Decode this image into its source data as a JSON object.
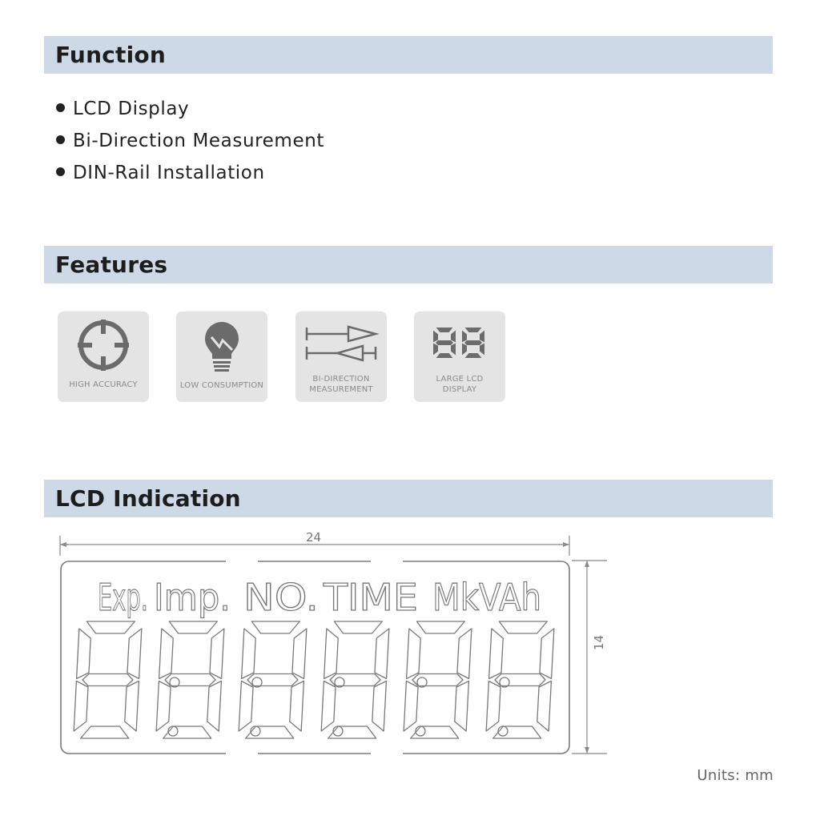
{
  "sections": {
    "function": {
      "title": "Function"
    },
    "features": {
      "title": "Features"
    },
    "lcd": {
      "title": "LCD Indication"
    }
  },
  "function_items": [
    "LCD Display",
    "Bi-Direction Measurement",
    "DIN-Rail Installation"
  ],
  "features_tiles": [
    {
      "icon": "crosshair-icon",
      "caption_lines": [
        "HIGH ACCURACY"
      ]
    },
    {
      "icon": "lightbulb-icon",
      "caption_lines": [
        "LOW CONSUMPTION"
      ]
    },
    {
      "icon": "bi-direction-arrows-icon",
      "caption_lines": [
        "BI-DIRECTION",
        "MEASUREMENT"
      ]
    },
    {
      "icon": "seven-segment-88-icon",
      "caption_lines": [
        "LARGE LCD",
        "DISPLAY"
      ]
    }
  ],
  "lcd": {
    "labels": [
      "Exp.",
      "Imp.",
      "NO.",
      "TIME",
      "MkVAh"
    ],
    "width_label": "24",
    "height_label": "14",
    "digit_count": 6
  },
  "units": "Units: mm",
  "colors": {
    "header_bar": "#cdd9e6",
    "tile_bg": "#e4e4e4",
    "icon_gray": "#6b6b6b",
    "lcd_line": "#7a7a7a"
  }
}
